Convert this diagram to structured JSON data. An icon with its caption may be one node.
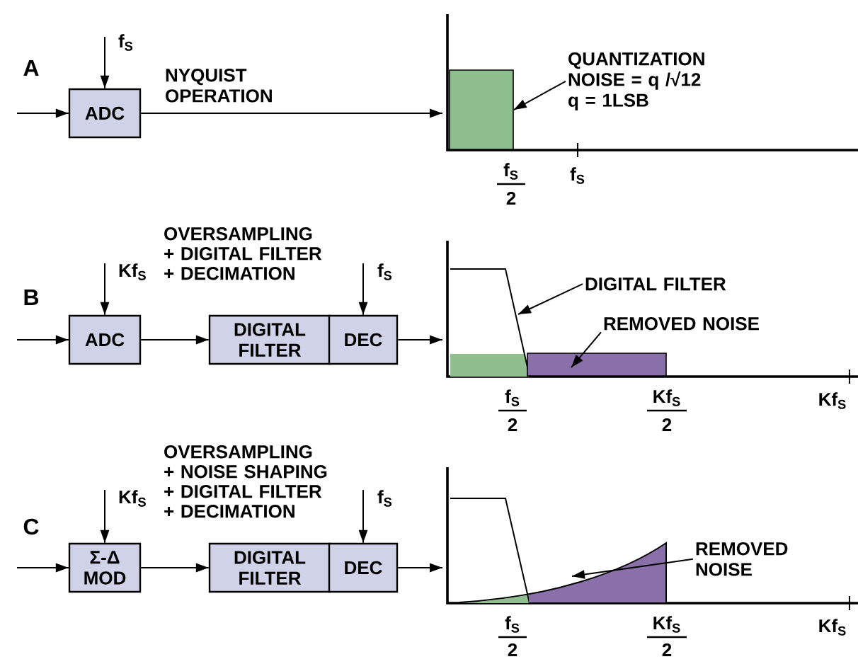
{
  "diagram": {
    "nodes": [
      {
        "text": [
          "ADC"
        ]
      },
      {
        "text": [],
        "shape": "picture"
      },
      {
        "text": [],
        "shape": "box",
        "in": 1
      },
      {
        "text": [
          "QUANTIZATION NOISE = q /√12",
          "q = 1LSB"
        ],
        "in": 1
      },
      {
        "text": [
          "ADC"
        ]
      },
      {
        "text": [
          "DIGITAL FILTER"
        ]
      },
      {
        "text": [
          "DEC"
        ]
      },
      {
        "text": [],
        "shape": "picture"
      },
      {
        "text": [
          "DIGITAL FILTER"
        ],
        "in": 7
      },
      {
        "text": [
          "REMOVED NOISE"
        ],
        "in": 7
      },
      {
        "text": [],
        "shape": "box",
        "in": 7
      },
      {
        "text": [
          "Σ-Δ MOD"
        ]
      },
      {
        "text": [
          "DIGITAL FILTER"
        ]
      },
      {
        "text": [
          "DEC"
        ]
      },
      {
        "text": [],
        "shape": "picture"
      },
      {
        "text": [
          "REMOVED NOISE"
        ],
        "in": 14
      },
      {
        "text": [],
        "shape": "area",
        "in": 14
      }
    ],
    "edges": [
      {
        "from": null,
        "to": 0,
        "arrow": "to"
      },
      {
        "from": null,
        "to": 0,
        "arrow": "to",
        "label": "f$_{S}$"
      },
      {
        "from": 0,
        "to": 1,
        "arrow": "to",
        "label": "NYQUIST OPERATION"
      },
      {
        "from": 3,
        "to": 2,
        "arrow": "to"
      },
      {
        "from": null,
        "to": 4,
        "arrow": "to"
      },
      {
        "from": null,
        "to": 4,
        "arrow": "to",
        "label": "Kf$_{S}$"
      },
      {
        "from": 4,
        "to": 5,
        "arrow": "to"
      },
      {
        "from": null,
        "to": 6,
        "arrow": "to",
        "label": "f$_{S}$"
      },
      {
        "from": 6,
        "to": 7,
        "arrow": "to"
      },
      {
        "from": 8,
        "to": null,
        "arrow": "to"
      },
      {
        "from": 9,
        "to": 10,
        "arrow": "to"
      },
      {
        "from": null,
        "to": 11,
        "arrow": "to"
      },
      {
        "from": null,
        "to": 11,
        "arrow": "to",
        "label": "Kf$_{S}$"
      },
      {
        "from": 11,
        "to": 12,
        "arrow": "to"
      },
      {
        "from": null,
        "to": 13,
        "arrow": "to",
        "label": "f$_{S}$"
      },
      {
        "from": 13,
        "to": 14,
        "arrow": "to"
      },
      {
        "from": 15,
        "to": 16,
        "arrow": "to"
      }
    ],
    "labels": [
      "A",
      "f$_{S}$",
      "2",
      "f$_{S}$",
      "B",
      "OVERSAMPLING + DIGITAL FILTER + DECIMATION",
      "f$_{S}$",
      "2",
      "Kf$_{S}$",
      "2",
      "Kf$_{S}$",
      "C",
      "OVERSAMPLING + NOISE SHAPING + DIGITAL FILTER + DECIMATION",
      "f$_{S}$",
      "2",
      "Kf$_{S}$",
      "2",
      "Kf$_{S}$"
    ]
  }
}
